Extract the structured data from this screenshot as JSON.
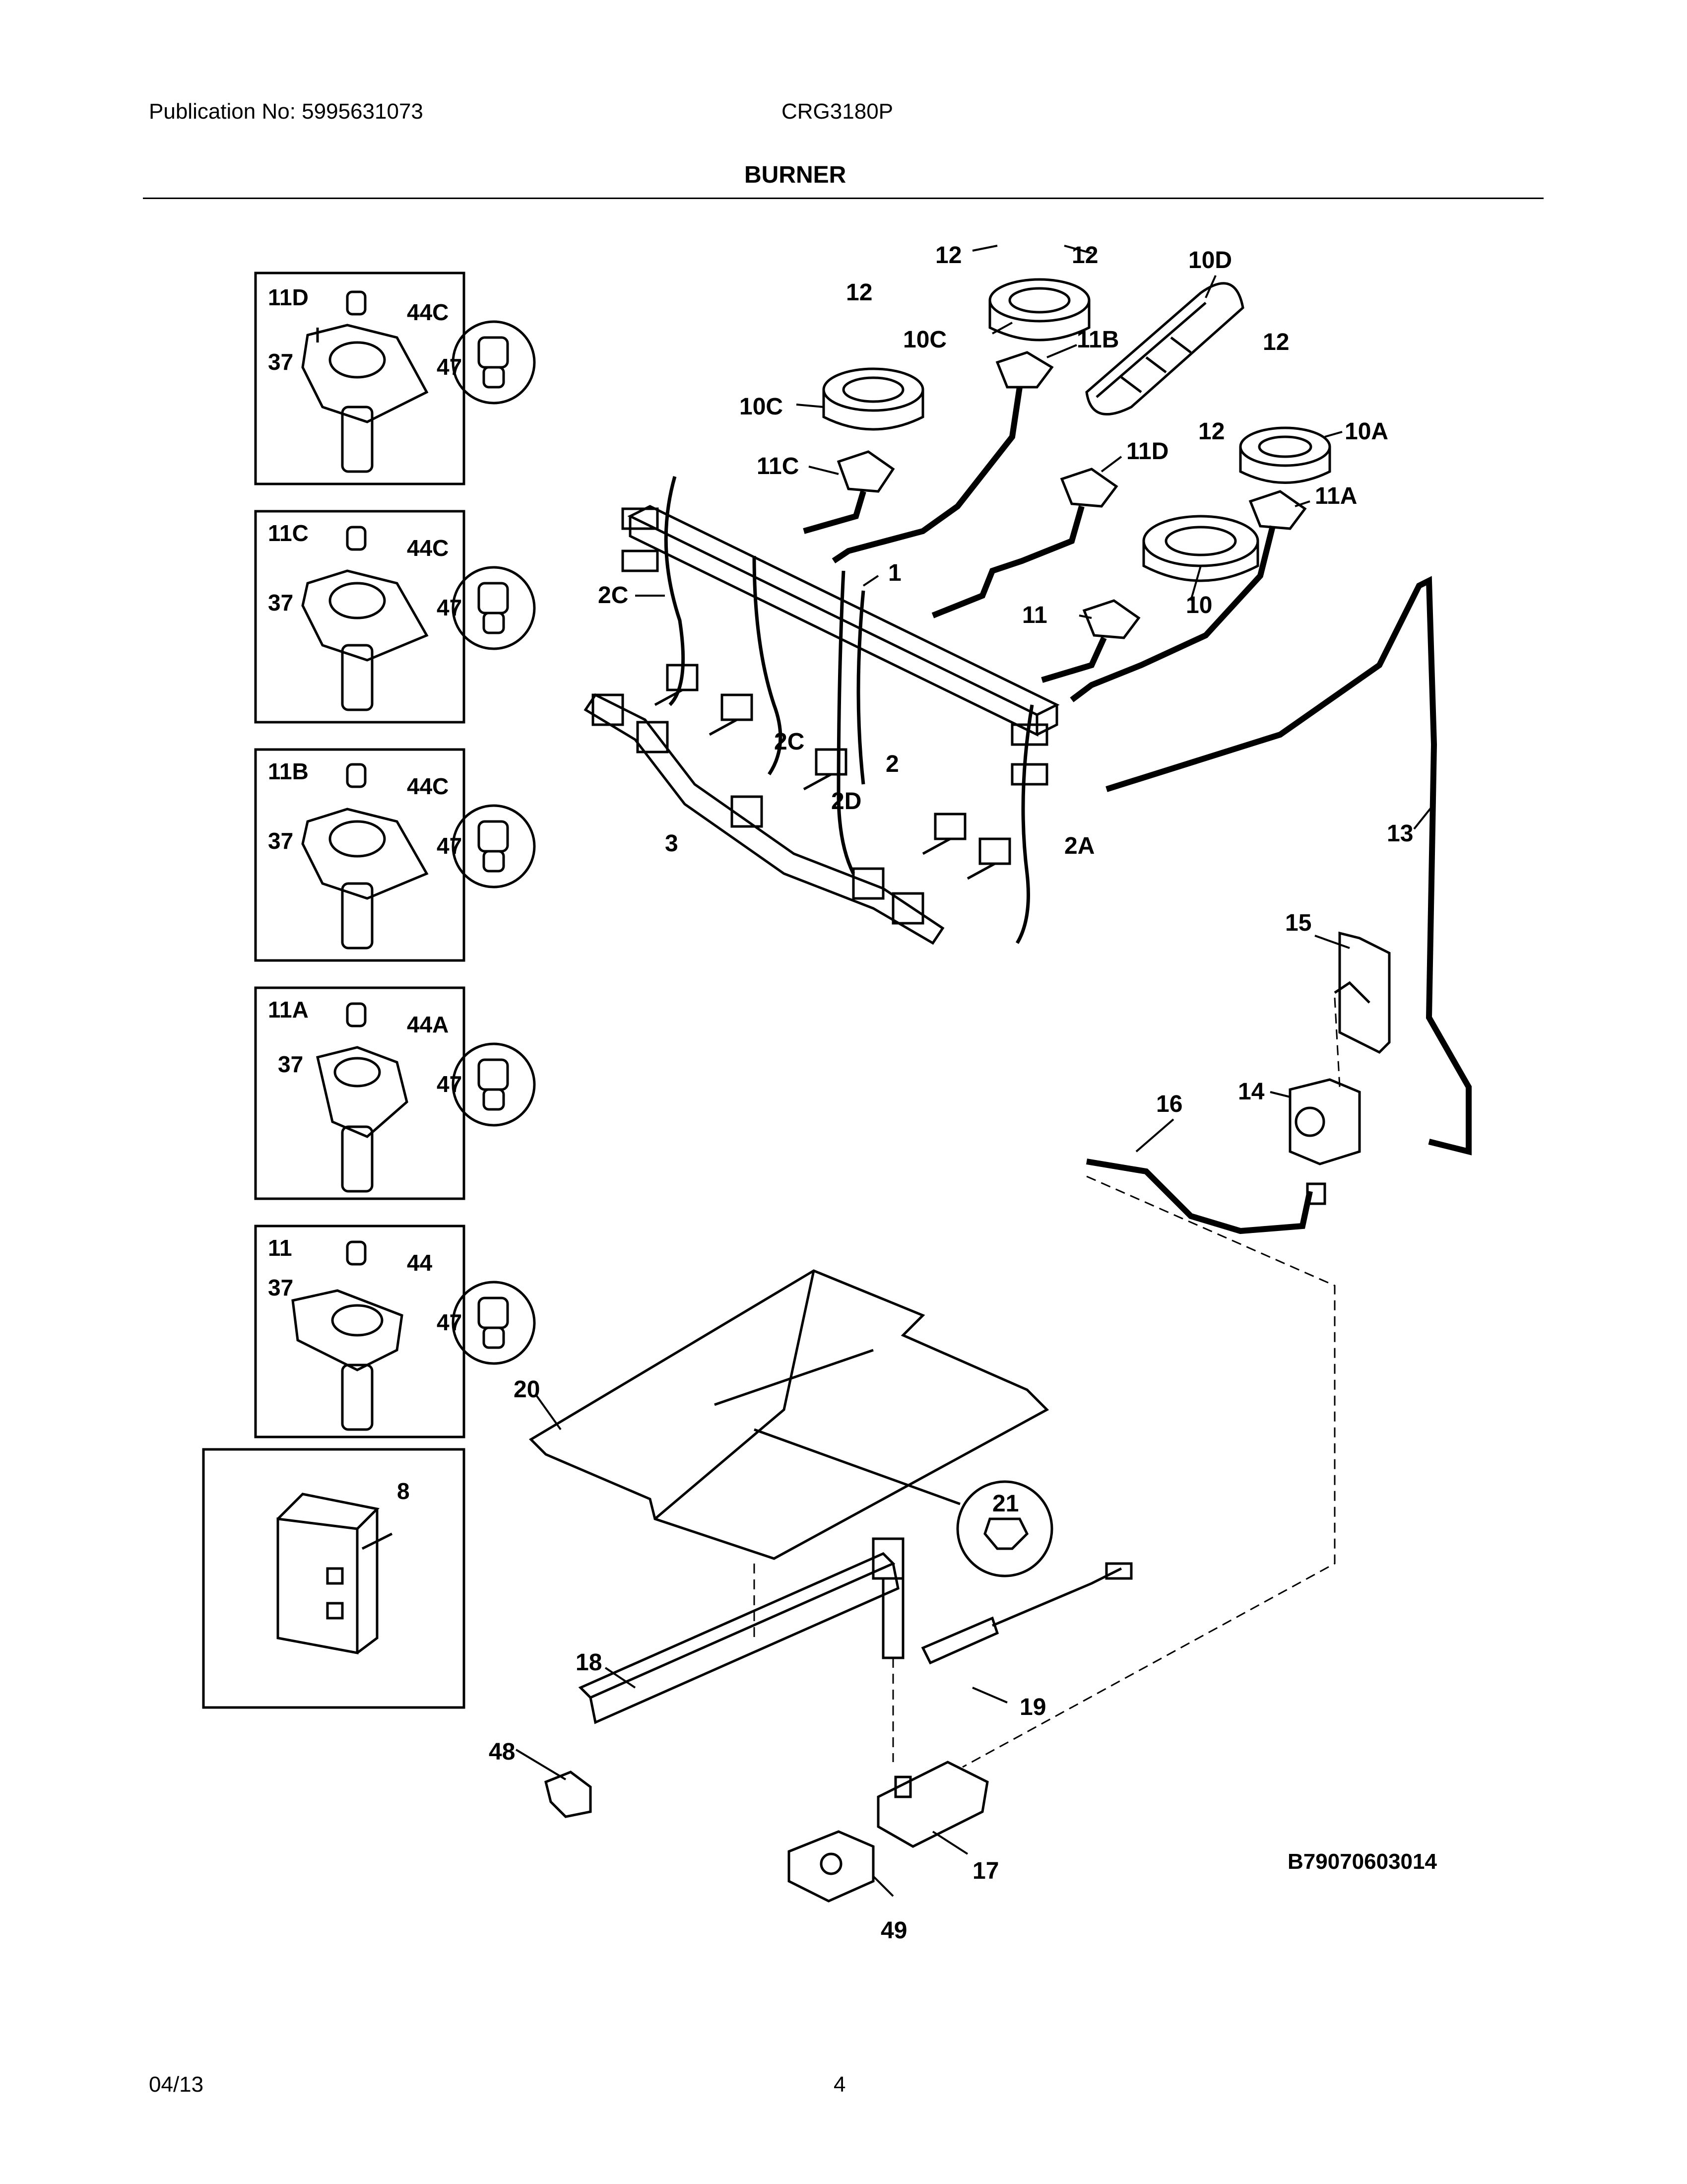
{
  "header": {
    "publication": "Publication No: 5995631073",
    "model": "CRG3180P",
    "section_title": "BURNER"
  },
  "footer": {
    "date": "04/13",
    "page_number": "4"
  },
  "diagram_code": "B79070603014",
  "insets": [
    {
      "title": "11D",
      "labels": [
        "44C",
        "37",
        "47"
      ]
    },
    {
      "title": "11C",
      "labels": [
        "44C",
        "37",
        "47"
      ]
    },
    {
      "title": "11B",
      "labels": [
        "44C",
        "37",
        "47"
      ]
    },
    {
      "title": "11A",
      "labels": [
        "44A",
        "37",
        "47"
      ]
    },
    {
      "title": "11",
      "labels": [
        "44",
        "37",
        "47"
      ]
    },
    {
      "title": "",
      "labels": [
        "8"
      ]
    }
  ],
  "callouts": {
    "c12a": "12",
    "c12b": "12",
    "c10d": "10D",
    "c12c": "12",
    "c10c_top": "10C",
    "c11b": "11B",
    "c12d": "12",
    "c10c": "10C",
    "c12e": "12",
    "c10a": "10A",
    "c11c": "11C",
    "c11d": "11D",
    "c11a": "11A",
    "c2c_left": "2C",
    "c1": "1",
    "c11": "11",
    "c10": "10",
    "c2c": "2C",
    "c2": "2",
    "c2d": "2D",
    "c3": "3",
    "c2a": "2A",
    "c13": "13",
    "c15": "15",
    "c14": "14",
    "c16": "16",
    "c20": "20",
    "c21": "21",
    "c18": "18",
    "c19": "19",
    "c48": "48",
    "c17": "17",
    "c49": "49"
  }
}
